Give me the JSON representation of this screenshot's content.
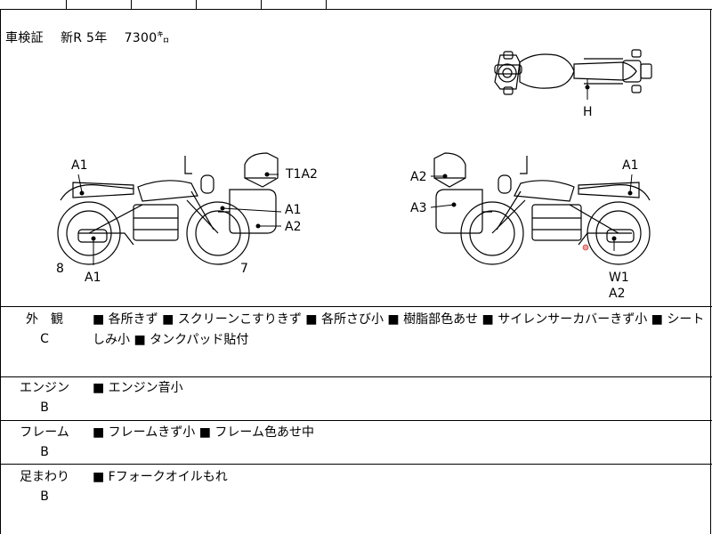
{
  "registration": {
    "text": "車検証　 新R 5年 　7300㌔"
  },
  "diagram": {
    "top_view_label": "H",
    "left_side_labels": [
      "A1",
      "T1A2",
      "A1",
      "A2",
      "8",
      "A1",
      "7"
    ],
    "right_side_labels": [
      "A2",
      "A1",
      "A3",
      "W1",
      "A2"
    ]
  },
  "inspection_rows": [
    {
      "category": "外　観",
      "grade": "C",
      "description": "■ 各所きず ■ スクリーンこすりきず ■ 各所さび小 ■ 樹脂部色あせ ■ サイレンサーカバーきず小 ■ シートしみ小 ■ タンクパッド貼付"
    },
    {
      "category": "エンジン",
      "grade": "B",
      "description": "■ エンジン音小"
    },
    {
      "category": "フレーム",
      "grade": "B",
      "description": "■ フレームきず小 ■ フレーム色あせ中"
    },
    {
      "category": "足まわり",
      "grade": "B",
      "description": "■ Fフォークオイルもれ"
    }
  ]
}
